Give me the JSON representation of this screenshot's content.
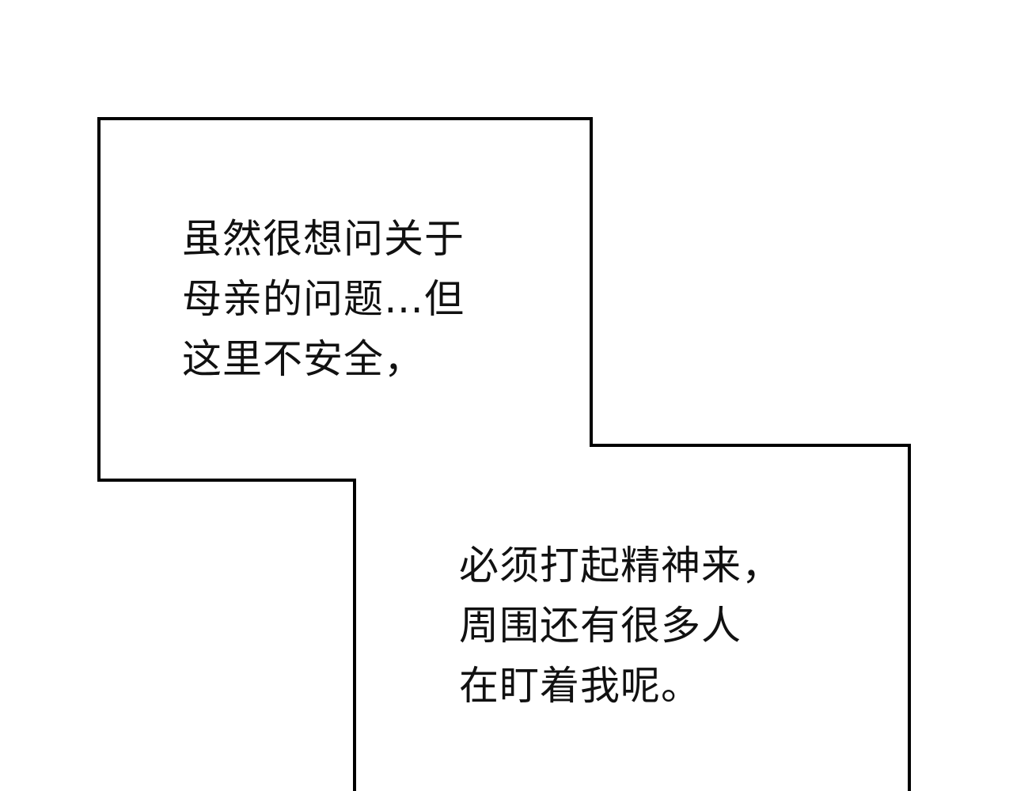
{
  "captions": [
    {
      "lines": [
        "虽然很想问关于",
        "母亲的问题…但",
        "这里不安全，"
      ]
    },
    {
      "lines": [
        "必须打起精神来，",
        "周围还有很多人",
        "在盯着我呢。"
      ]
    }
  ],
  "colors": {
    "background": "#ffffff",
    "border": "#000000",
    "text": "#111111"
  }
}
